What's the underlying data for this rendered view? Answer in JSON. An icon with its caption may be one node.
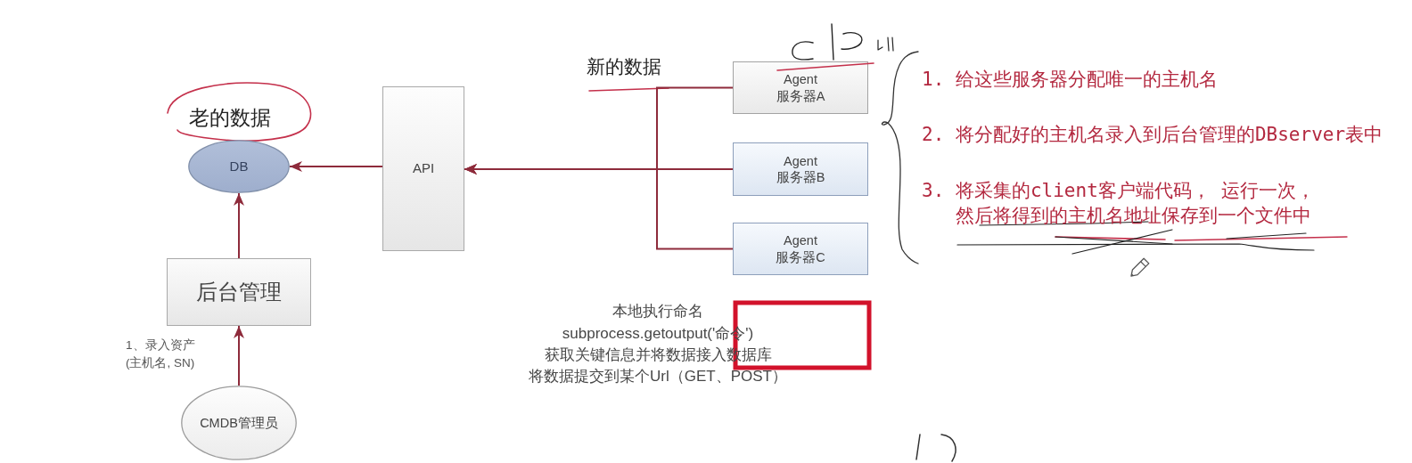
{
  "diagram": {
    "nodes": [
      {
        "text": [
          "DB"
        ],
        "beside": [
          "老的数据"
        ]
      },
      {
        "text": [
          "API"
        ]
      },
      {
        "text": [
          "Agent 服务器A"
        ]
      },
      {
        "text": [
          "Agent 服务器B"
        ]
      },
      {
        "text": [
          "Agent 服务器C"
        ]
      },
      {
        "text": [
          "后台管理"
        ]
      },
      {
        "text": [
          "CMDB管理员"
        ]
      }
    ],
    "edges": [
      {
        "from": 1,
        "to": 0,
        "arrow": "to"
      },
      {
        "from": 2,
        "to": 1,
        "arrow": "to"
      },
      {
        "from": 3,
        "to": 1,
        "arrow": "to"
      },
      {
        "from": 4,
        "to": 1,
        "arrow": "to"
      },
      {
        "from": 5,
        "to": 0,
        "arrow": "to"
      },
      {
        "from": 6,
        "to": 5,
        "arrow": "to",
        "label": "1、录入资产 (主机名, SN)"
      }
    ],
    "labels": [
      "新的数据",
      "1. 给这些服务器分配唯一的主机名",
      "2. 将分配好的主机名录入到后台管理的DBserver表中",
      "3. 将采集的client客户端代码， 运行一次，然后将得到的主机名地址保存到一个文件中",
      "本地执行命名",
      "subprocess.getoutput('命令')",
      "获取关键信息并将数据接入数据库",
      "将数据提交到某个Url（GET、POST）"
    ]
  }
}
